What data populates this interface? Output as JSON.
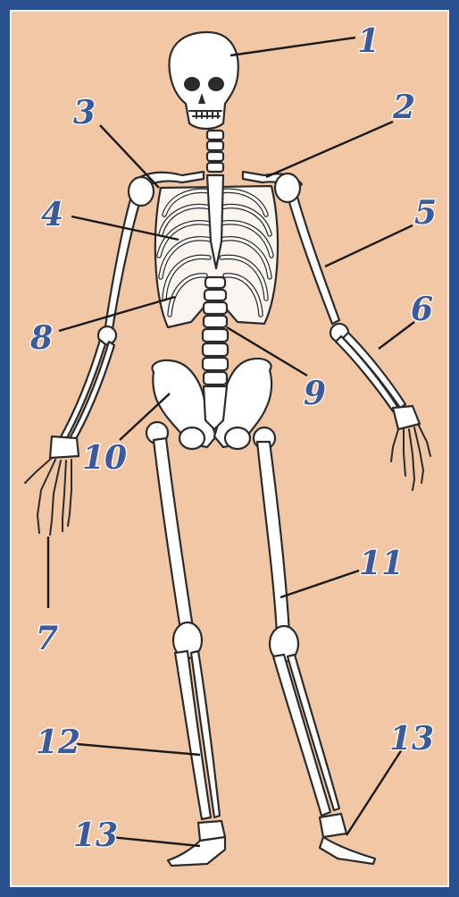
{
  "labels": [
    {
      "id": "l1",
      "text": "1"
    },
    {
      "id": "l2",
      "text": "2"
    },
    {
      "id": "l3",
      "text": "3"
    },
    {
      "id": "l4",
      "text": "4"
    },
    {
      "id": "l5",
      "text": "5"
    },
    {
      "id": "l6",
      "text": "6"
    },
    {
      "id": "l7",
      "text": "7"
    },
    {
      "id": "l8",
      "text": "8"
    },
    {
      "id": "l9",
      "text": "9"
    },
    {
      "id": "l10",
      "text": "10"
    },
    {
      "id": "l11",
      "text": "11"
    },
    {
      "id": "l12",
      "text": "12"
    },
    {
      "id": "l13a",
      "text": "13"
    },
    {
      "id": "l13b",
      "text": "13"
    }
  ],
  "colors": {
    "frame": "#2a4f8f",
    "paper": "#f2c7a6",
    "label": "#3a5a9a",
    "bone": "#ffffff",
    "outline": "#2b2b2b"
  }
}
